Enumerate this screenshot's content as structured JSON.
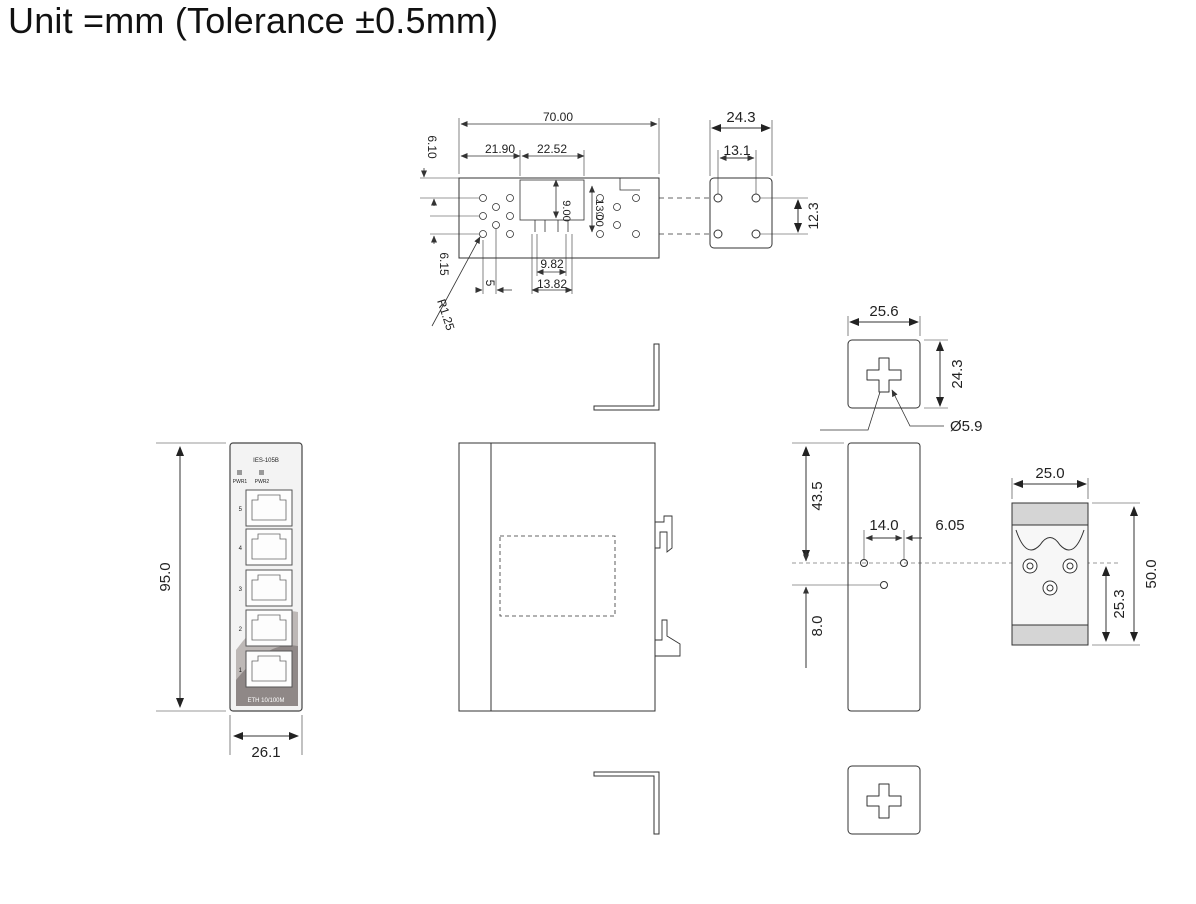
{
  "title": "Unit =mm (Tolerance ±0.5mm)",
  "top_view": {
    "width": "70.00",
    "d_21_90": "21.90",
    "d_22_52": "22.52",
    "d_6_10": "6.10",
    "d_6_15": "6.15",
    "d_9_00": "9.00",
    "d_13_00": "13.00",
    "d_9_82": "9.82",
    "d_13_82": "13.82",
    "d_5": "5",
    "radius": "R1.25"
  },
  "bracket_top": {
    "width": "24.3",
    "inner": "13.1",
    "height": "12.3"
  },
  "wall_mount": {
    "width": "25.6",
    "height": "24.3",
    "hole": "Ø5.9"
  },
  "front_view": {
    "height": "95.0",
    "width": "26.1",
    "model": "IES-105B",
    "pwr1": "PWR1",
    "pwr2": "PWR2",
    "ports": [
      "5",
      "4",
      "3",
      "2",
      "1"
    ],
    "footer": "ETH    10/100M"
  },
  "rear_view": {
    "d_43_5": "43.5",
    "d_14_0": "14.0",
    "d_6_05": "6.05",
    "d_8_0": "8.0"
  },
  "din_clip": {
    "width": "25.0",
    "height": "50.0",
    "inner": "25.3"
  }
}
